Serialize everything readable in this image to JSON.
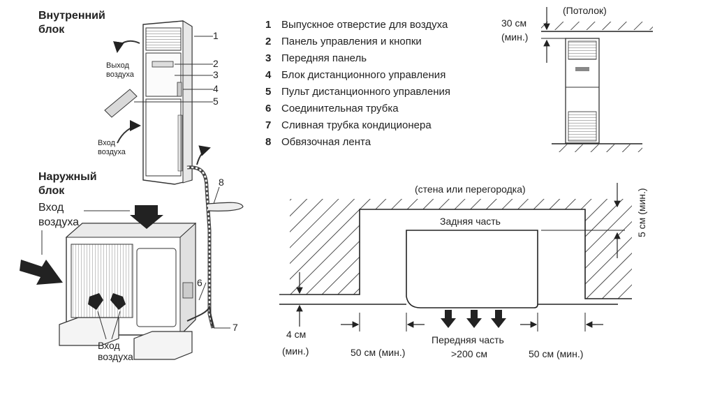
{
  "indoor_title": [
    "Внутренний",
    "блок"
  ],
  "outdoor_title": [
    "Наружный",
    "блок"
  ],
  "indoor_callouts": {
    "air_out": [
      "Выход",
      "воздуха"
    ],
    "air_in": [
      "Вход",
      "воздуха"
    ]
  },
  "outdoor_callouts": {
    "air_in_top": [
      "Вход",
      "воздуха"
    ],
    "air_in_bottom": [
      "Вход",
      "воздуха"
    ]
  },
  "part_numbers": [
    "1",
    "2",
    "3",
    "4",
    "5",
    "6",
    "7",
    "8"
  ],
  "legend": [
    {
      "num": "1",
      "text": "Выпускное отверстие для воздуха"
    },
    {
      "num": "2",
      "text": "Панель управления и кнопки"
    },
    {
      "num": "3",
      "text": "Передняя панель"
    },
    {
      "num": "4",
      "text": "Блок дистанционного управления"
    },
    {
      "num": "5",
      "text": "Пульт дистанционного управления"
    },
    {
      "num": "6",
      "text": "Соединительная трубка"
    },
    {
      "num": "7",
      "text": "Сливная трубка кондиционера"
    },
    {
      "num": "8",
      "text": "Обвязочная лента"
    }
  ],
  "side_view": {
    "ceiling_label": "(Потолок)",
    "gap_value": "30 см",
    "gap_min": "(мин.)"
  },
  "top_view": {
    "wall_label": "(стена или перегородка)",
    "back_label": "Задняя часть",
    "front_label": "Передняя часть",
    "front_value": ">200 см",
    "back_gap": "5 см (мин.)",
    "left_gap_value": "4 см",
    "left_gap_min": "(мин.)",
    "side_gap_left": "50 см (мин.)",
    "side_gap_right": "50 см (мин.)"
  }
}
